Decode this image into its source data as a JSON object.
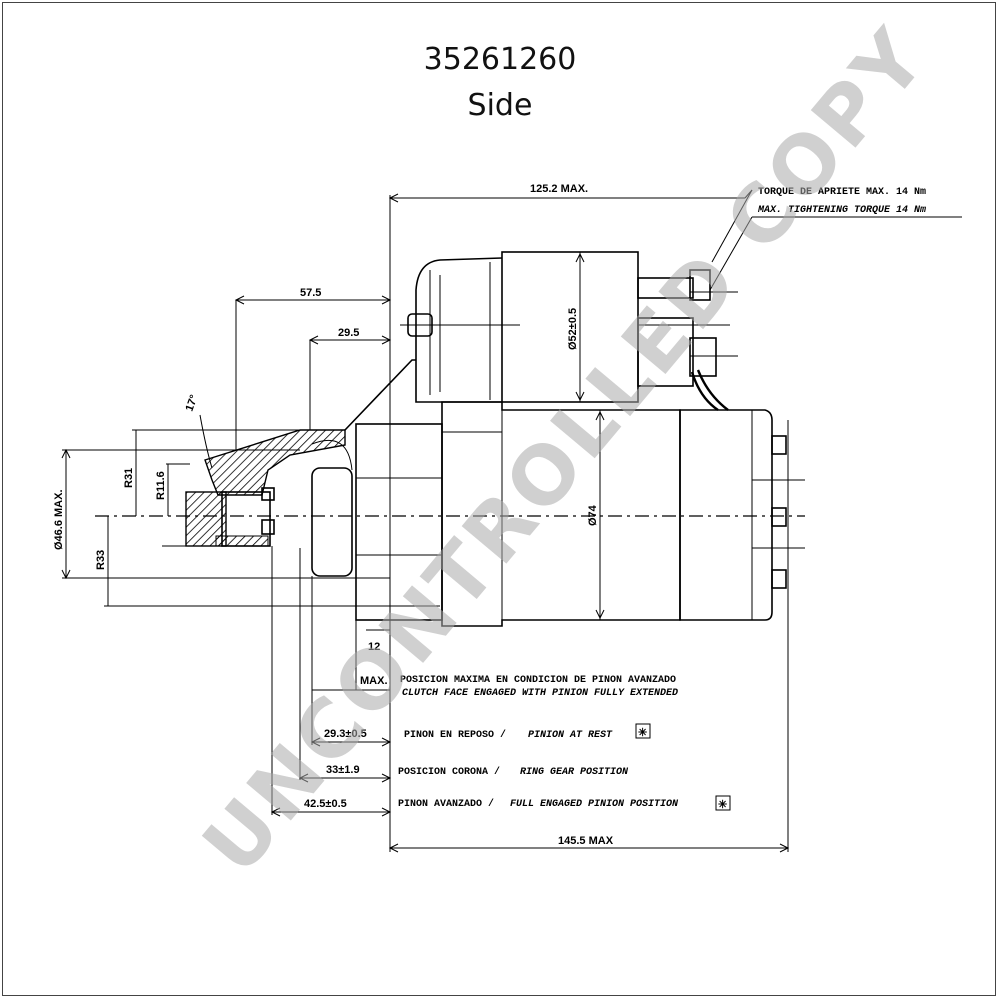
{
  "title": {
    "part_number": "35261260",
    "view": "Side"
  },
  "watermark": "UNCONTROLLED COPY",
  "torque_note": {
    "es": "TORQUE DE APRIETE MAX. 14 Nm",
    "en": "MAX. TIGHTENING TORQUE 14 Nm"
  },
  "dimensions": {
    "overall_top": "125.2  MAX.",
    "d575": "57.5",
    "d295": "29.5",
    "angle": "17°",
    "r31": "R31",
    "r16": "R11.6",
    "d466": "Ø46.6  MAX.",
    "r33": "R33",
    "d52": "Ø52±0.5",
    "d74": "Ø74",
    "small": "12",
    "max_label": "MAX.",
    "d293": "29.3±0.5",
    "d33": "33±1.9",
    "d425": "42.5±0.5",
    "overall_bottom": "145.5  MAX"
  },
  "notes": {
    "max_pos_es": "POSICION MAXIMA EN CONDICION DE PINON AVANZADO",
    "max_pos_en": "CLUTCH FACE ENGAGED WITH PINION FULLY EXTENDED",
    "rest_es": "PINON EN REPOSO /",
    "rest_en": "PINION AT REST",
    "ring_es": "POSICION CORONA /",
    "ring_en": "RING GEAR POSITION",
    "full_es": "PINON AVANZADO /",
    "full_en": "FULL ENGAGED PINION POSITION"
  },
  "icons": {
    "symbol": "asterisk-box-icon"
  }
}
